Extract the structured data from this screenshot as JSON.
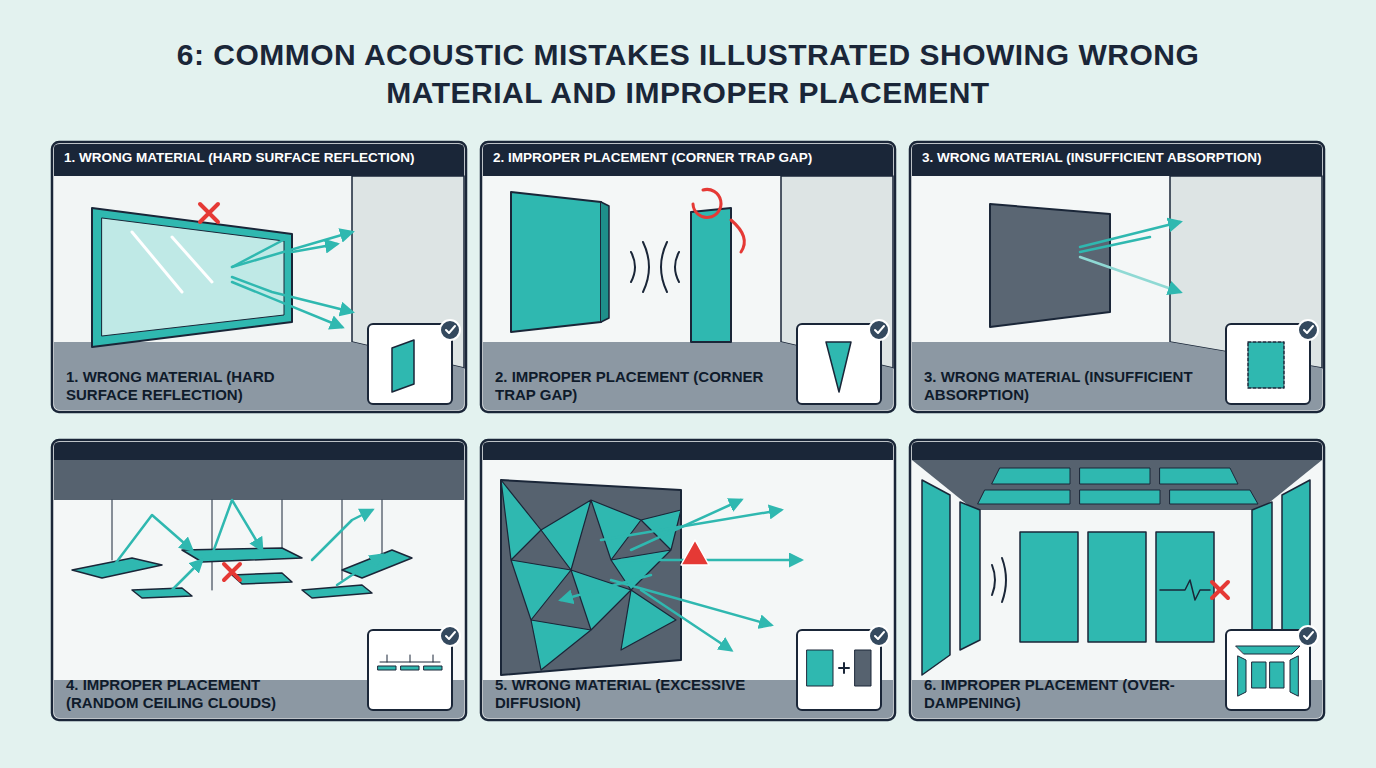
{
  "diagram": {
    "title": "6: COMMON ACOUSTIC MISTAKES ILLUSTRATED SHOWING WRONG MATERIAL AND IMPROPER PLACEMENT",
    "nodes": [
      {
        "text": [
          "1. WRONG MATERIAL (HARD SURFACE REFLECTION)",
          "1. WRONG MATERIAL (HARD SURFACE REFLECTION)"
        ]
      },
      {
        "text": [
          "2. IMPROPER PLACEMENT (CORNER TRAP GAP)",
          "2. IMPROPER PLACEMENT (CORNER TRAP GAP)"
        ]
      },
      {
        "text": [
          "3. WRONG MATERIAL (INSUFFICIENT ABSORPTION)",
          "3. WRONG MATERIAL (INSUFFICIENT ABSORPTION)"
        ]
      },
      {
        "text": [
          "4. IMPROPER PLACEMENT (RANDOM CEILING CLOUDS)"
        ]
      },
      {
        "text": [
          "5. WRONG MATERIAL (EXCESSIVE DIFFUSION)"
        ]
      },
      {
        "text": [
          "6. IMPROPER PLACEMENT (OVER-DAMPENING)"
        ]
      }
    ]
  }
}
